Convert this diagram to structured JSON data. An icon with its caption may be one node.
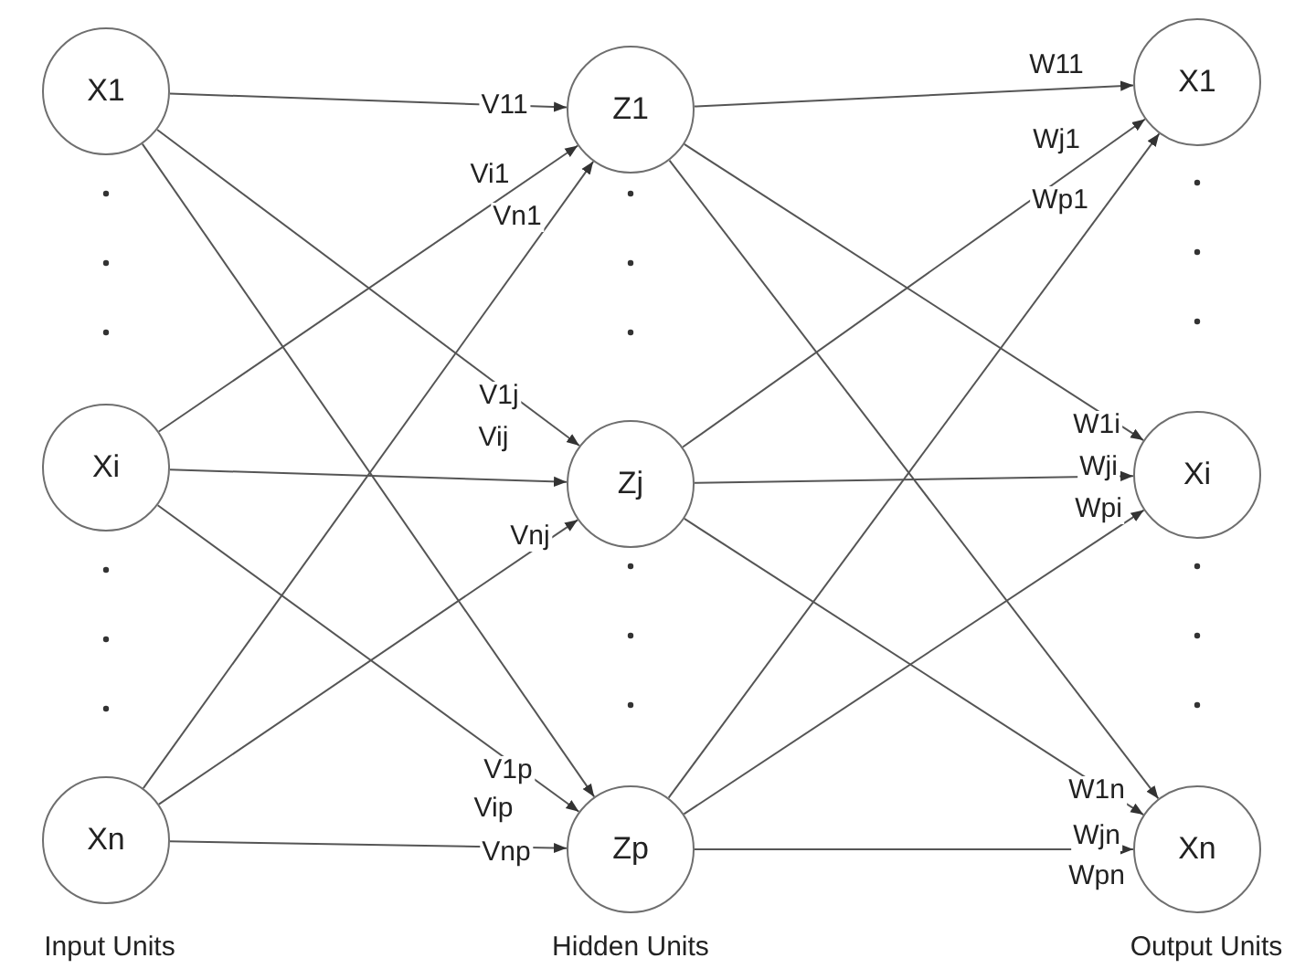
{
  "diagram": {
    "nodes": [
      {
        "text": [
          "X1"
        ]
      },
      {
        "text": [
          "Xi"
        ]
      },
      {
        "text": [
          "Xn"
        ]
      },
      {
        "text": [
          "Z1"
        ]
      },
      {
        "text": [
          "Zj"
        ]
      },
      {
        "text": [
          "Zp"
        ]
      },
      {
        "text": [
          "X1"
        ]
      },
      {
        "text": [
          "Xi"
        ]
      },
      {
        "text": [
          "Xn"
        ]
      }
    ],
    "edges": [
      {
        "from": 0,
        "to": 3,
        "arrow": "to",
        "label": "V11"
      },
      {
        "from": 1,
        "to": 3,
        "arrow": "to",
        "label": "Vi1"
      },
      {
        "from": 2,
        "to": 3,
        "arrow": "to",
        "label": "Vn1"
      },
      {
        "from": 0,
        "to": 4,
        "arrow": "to",
        "label": "V1j"
      },
      {
        "from": 1,
        "to": 4,
        "arrow": "to",
        "label": "Vij"
      },
      {
        "from": 2,
        "to": 4,
        "arrow": "to",
        "label": "Vnj"
      },
      {
        "from": 0,
        "to": 5,
        "arrow": "to",
        "label": "V1p"
      },
      {
        "from": 1,
        "to": 5,
        "arrow": "to",
        "label": "Vip"
      },
      {
        "from": 2,
        "to": 5,
        "arrow": "to",
        "label": "Vnp"
      },
      {
        "from": 3,
        "to": 6,
        "arrow": "to",
        "label": "W11"
      },
      {
        "from": 4,
        "to": 6,
        "arrow": "to",
        "label": "Wj1"
      },
      {
        "from": 5,
        "to": 6,
        "arrow": "to",
        "label": "Wp1"
      },
      {
        "from": 3,
        "to": 7,
        "arrow": "to",
        "label": "W1i"
      },
      {
        "from": 4,
        "to": 7,
        "arrow": "to",
        "label": "Wji"
      },
      {
        "from": 5,
        "to": 7,
        "arrow": "to",
        "label": "Wpi"
      },
      {
        "from": 3,
        "to": 8,
        "arrow": "to",
        "label": "W1n"
      },
      {
        "from": 4,
        "to": 8,
        "arrow": "to",
        "label": "Wjn"
      },
      {
        "from": 5,
        "to": 8,
        "arrow": "to",
        "label": "Wpn"
      }
    ],
    "labels": [
      "Input Units",
      "Hidden Units",
      "Output Units"
    ]
  }
}
